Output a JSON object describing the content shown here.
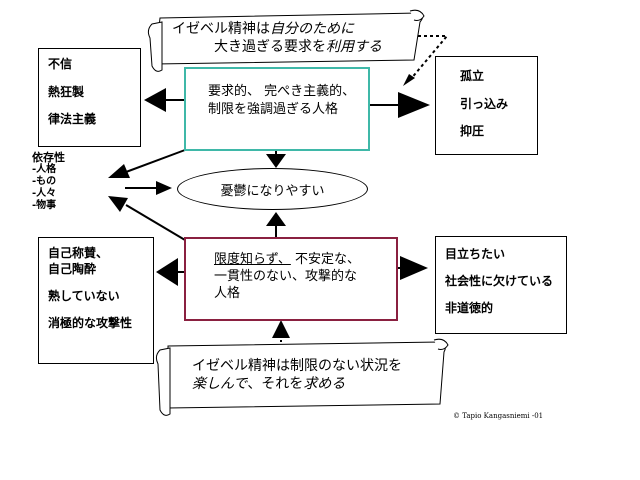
{
  "top_banner": {
    "line1_a": "イゼベル精神は",
    "line1_b": "自分のために",
    "line2_a": "大き過ぎる要求を",
    "line2_b": "利用する"
  },
  "bottom_banner": {
    "line1": "イゼベル精神は制限のない状況を",
    "line2_a": "楽しんで",
    "line2_b": "、それを",
    "line2_c": "求める"
  },
  "center_top_box": {
    "line1": "要求的、 完ぺき主義的、",
    "line2": "制限を強調過ぎる人格"
  },
  "center_bottom_box": {
    "line1_a": "限度知らず、",
    "line1_b": "不安定な、",
    "line2": "一貫性のない、攻撃的な",
    "line3": "人格"
  },
  "ellipse": {
    "label": "憂鬱になりやすい"
  },
  "left_top_box": {
    "items": [
      "不信",
      "熱狂製",
      "律法主義"
    ]
  },
  "right_top_box": {
    "items": [
      "孤立",
      "引っ込み",
      "抑圧"
    ]
  },
  "left_bottom_box": {
    "items": [
      "自己称賛、",
      "自己陶酔",
      "熟していない",
      "消極的な攻撃性"
    ]
  },
  "right_bottom_box": {
    "items": [
      "目立ちたい",
      "社会性に欠けている",
      "非道徳的"
    ]
  },
  "left_label": {
    "lines": [
      "依存性",
      "-人格",
      "-もの",
      "-人々",
      "-物事"
    ]
  },
  "copyright": "© Tapio Kangasniemi -01",
  "colors": {
    "teal_border": "#3fb8a8",
    "maroon_border": "#8a2040"
  }
}
